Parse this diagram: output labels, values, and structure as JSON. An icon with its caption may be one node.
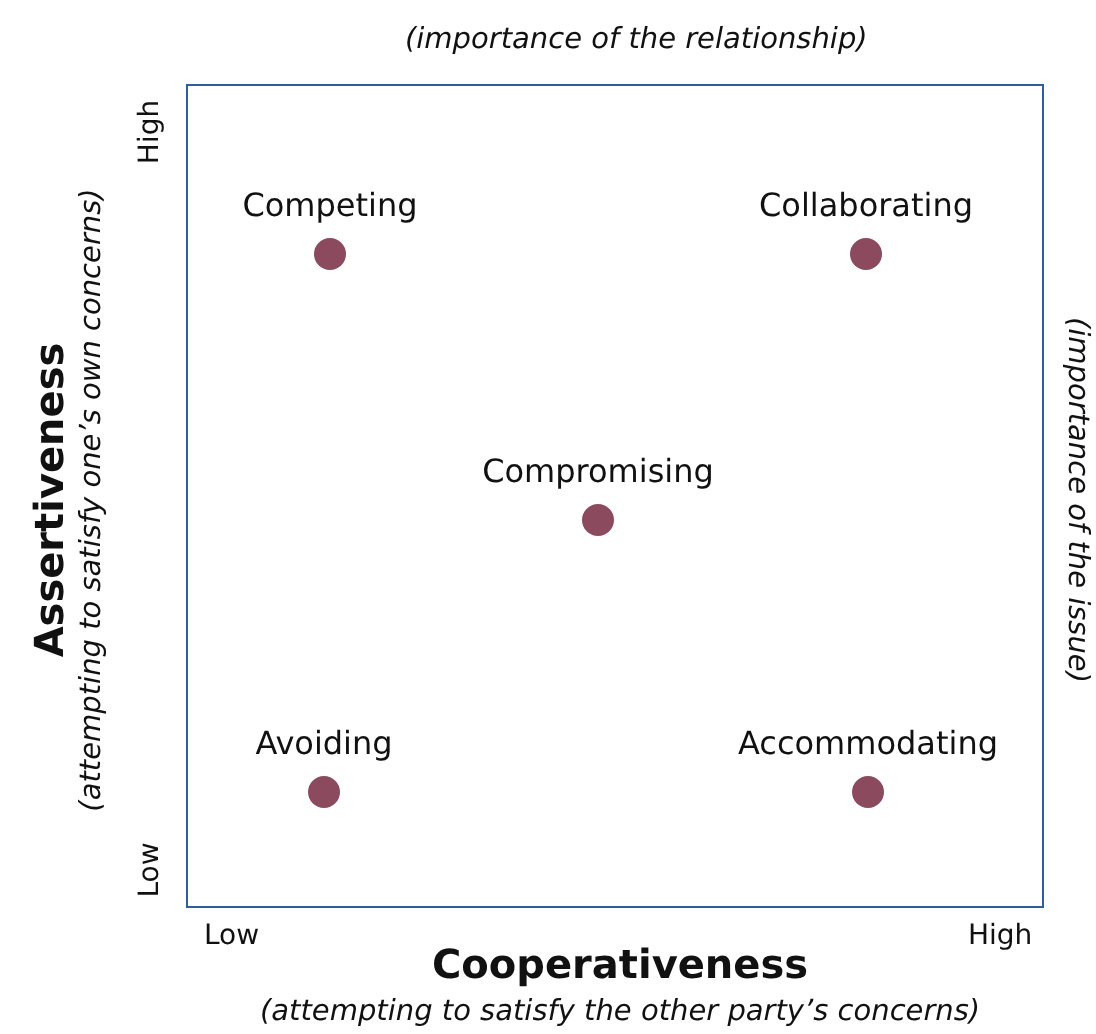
{
  "diagram": {
    "nodes": [
      {
        "text": [
          "Competing"
        ]
      },
      {
        "text": [
          "Collaborating"
        ]
      },
      {
        "text": [
          "Compromising"
        ]
      },
      {
        "text": [
          "Avoiding"
        ]
      },
      {
        "text": [
          "Accommodating"
        ]
      }
    ],
    "edges": [],
    "labels": [
      "(importance of the relationship)",
      "High",
      "Low",
      "Assertiveness",
      "(attempting to satisfy one’s own concerns)",
      "(importance of the issue)",
      "Low",
      "High",
      "Cooperativeness",
      "(attempting to satisfy the other party’s concerns)"
    ]
  }
}
